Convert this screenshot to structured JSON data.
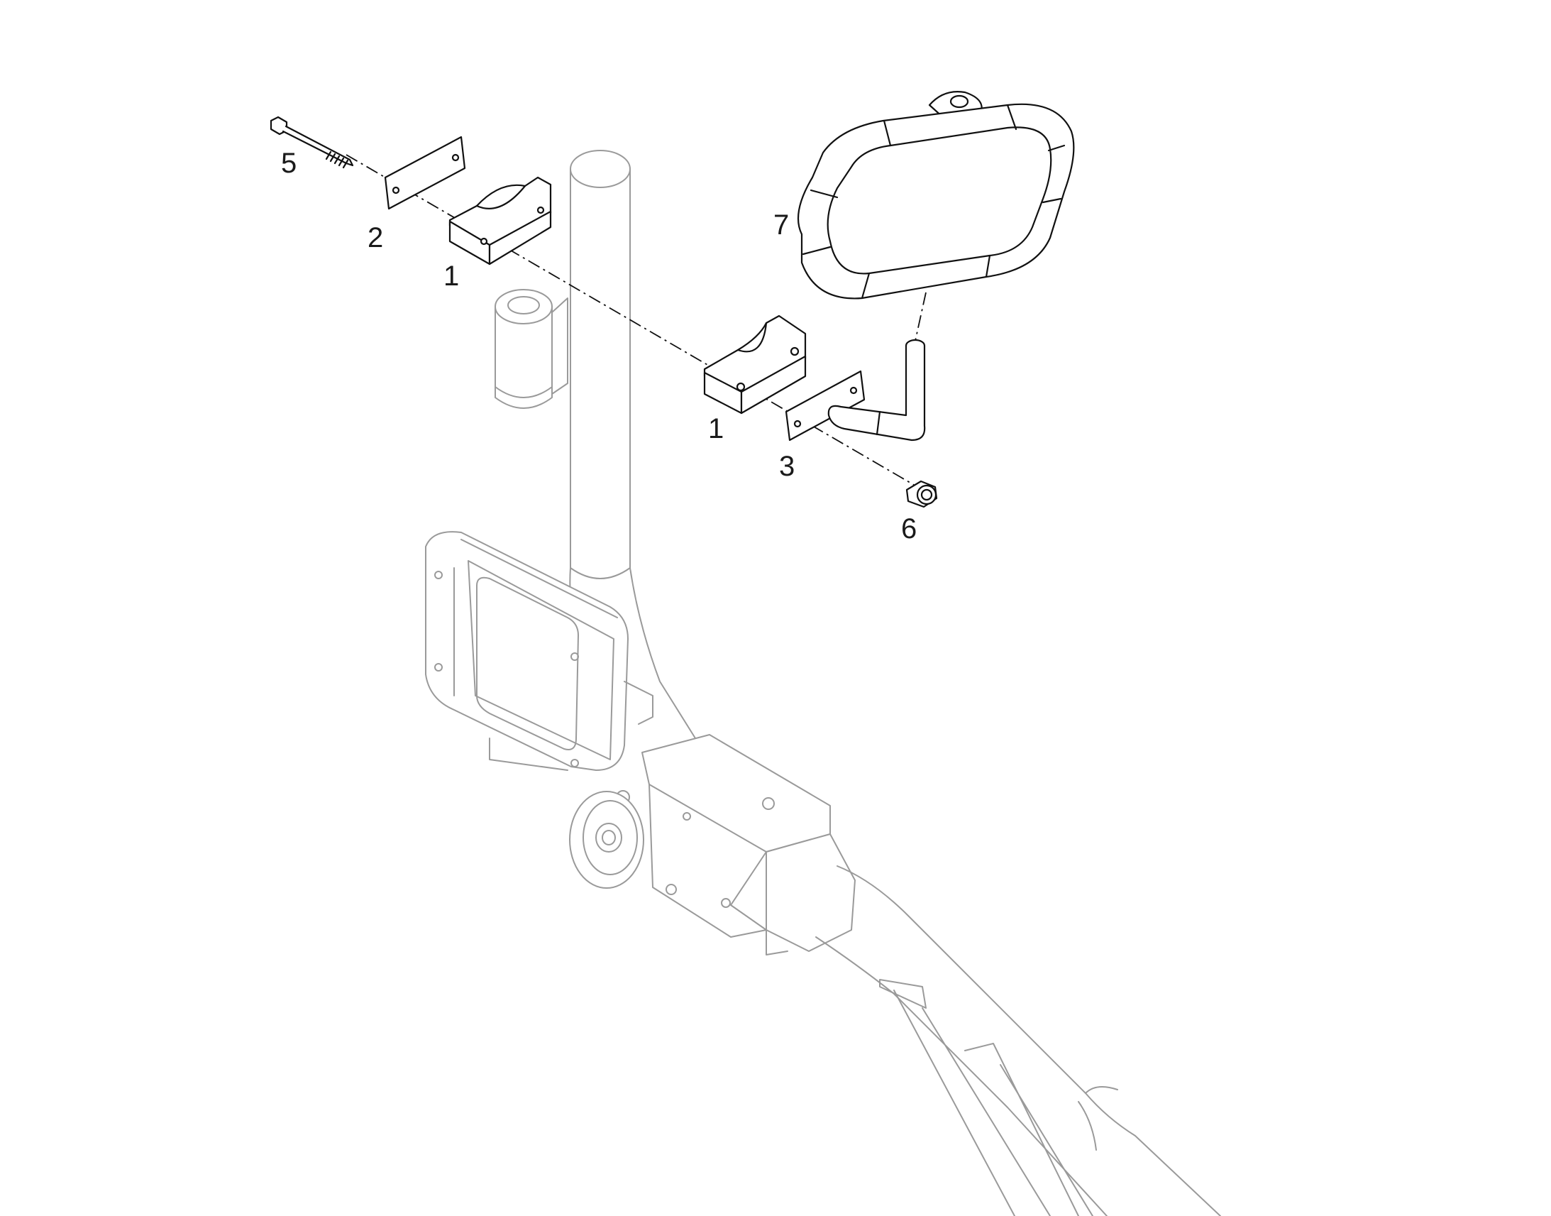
{
  "callouts": {
    "bolt": "5",
    "plate_upper": "2",
    "clamp_upper": "1",
    "clamp_lower": "1",
    "plate_lower": "3",
    "nut": "6",
    "handlebar": "7"
  },
  "colors": {
    "part_stroke": "#111111",
    "ghost_stroke": "#9a9a9a",
    "background": "#ffffff"
  }
}
